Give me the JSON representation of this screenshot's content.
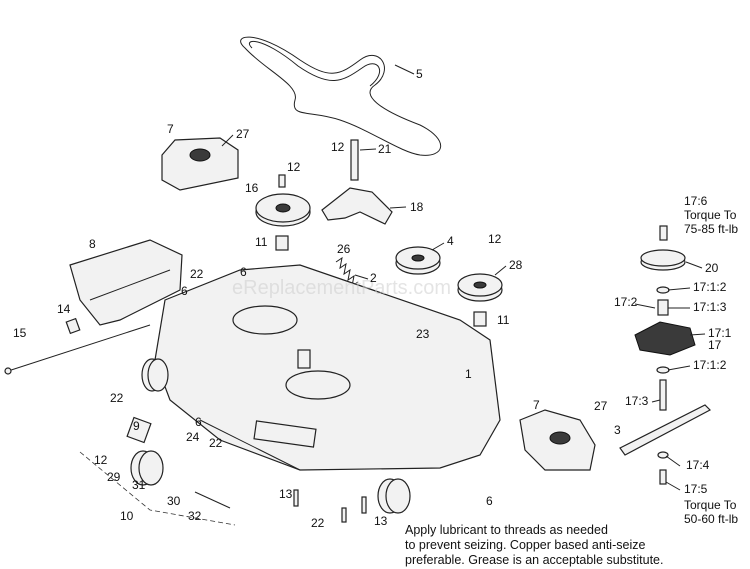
{
  "diagram": {
    "watermark": "eReplacementParts.com",
    "notes": {
      "line1": "Apply lubricant to threads as needed",
      "line2": "to prevent seizing. Copper based anti-seize",
      "line3": "preferable. Grease is an acceptable substitute."
    },
    "callouts": {
      "c5": "5",
      "c7a": "7",
      "c27a": "27",
      "c12a": "12",
      "c21": "21",
      "c16": "16",
      "c12b": "12",
      "c18": "18",
      "c11a": "11",
      "c26": "26",
      "c4": "4",
      "c12c": "12",
      "c28": "28",
      "c2": "2",
      "c8": "8",
      "c22a": "22",
      "c6a": "6",
      "c6b": "6",
      "c14": "14",
      "c15": "15",
      "c11b": "11",
      "c23": "23",
      "c1": "1",
      "c22b": "22",
      "c9": "9",
      "c6c": "6",
      "c24": "24",
      "c22c": "22",
      "c12d": "12",
      "c29": "29",
      "c31": "31",
      "c10": "10",
      "c30": "30",
      "c32": "32",
      "c13a": "13",
      "c22d": "22",
      "c13b": "13",
      "c6d": "6",
      "c7b": "7",
      "c27b": "27",
      "c3": "3",
      "c17_6": "17:6",
      "c20": "20",
      "c17_1_2a": "17:1:2",
      "c17_2": "17:2",
      "c17_1_3": "17:1:3",
      "c17_1": "17:1",
      "c17": "17",
      "c17_1_2b": "17:1:2",
      "c17_3": "17:3",
      "c17_4": "17:4",
      "c17_5": "17:5"
    },
    "torque_top": {
      "line1": "Torque To",
      "line2": "75-85 ft-lb"
    },
    "torque_bottom": {
      "line1": "Torque To",
      "line2": "50-60 ft-lb"
    }
  }
}
